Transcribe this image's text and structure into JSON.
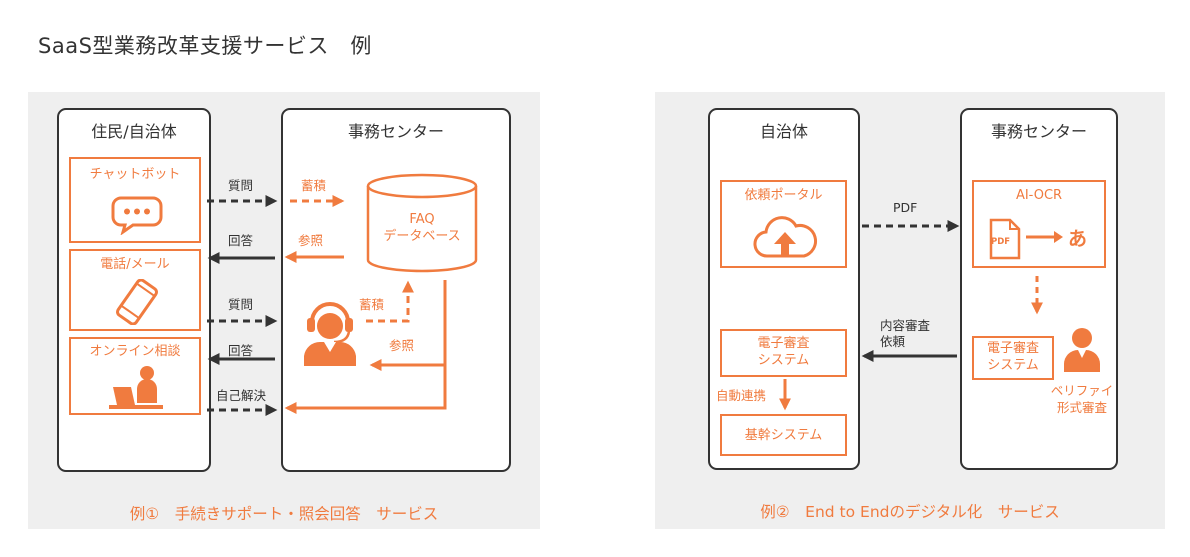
{
  "title": "SaaS型業務改革支援サービス　例",
  "colors": {
    "accent": "#f07b3f",
    "dark": "#333333",
    "panel": "#efefef"
  },
  "example1": {
    "left_column": "住民/自治体",
    "right_column": "事務センター",
    "channels": [
      {
        "label": "チャットボット",
        "icon": "chat-bubble-icon"
      },
      {
        "label": "電話/メール",
        "icon": "smartphone-icon"
      },
      {
        "label": "オンライン相談",
        "icon": "person-at-laptop-icon"
      }
    ],
    "database": {
      "line1": "FAQ",
      "line2": "データベース",
      "icon": "database-cylinder-icon"
    },
    "operator_icon": "headset-operator-icon",
    "arrows": {
      "question1": "質問",
      "answer1": "回答",
      "accumulate1": "蓄積",
      "refer1": "参照",
      "question2": "質問",
      "answer2": "回答",
      "accumulate2": "蓄積",
      "refer2": "参照",
      "self_solve": "自己解決"
    },
    "caption": "例①　手続きサポート・照会回答　サービス"
  },
  "example2": {
    "left_column": "自治体",
    "right_column": "事務センター",
    "portal": {
      "label": "依頼ポータル",
      "icon": "cloud-upload-icon"
    },
    "ocr": {
      "label": "AI-OCR",
      "pdf_text": "PDF",
      "result_char": "あ"
    },
    "review_left": {
      "line1": "電子審査",
      "line2": "システム"
    },
    "review_right": {
      "line1": "電子審査",
      "line2": "システム"
    },
    "core": "基幹システム",
    "arrows": {
      "pdf": "PDF",
      "request_line1": "内容審査",
      "request_line2": "依頼",
      "auto_link": "自動連携"
    },
    "verifier": {
      "line1": "ベリファイ",
      "line2": "形式審査",
      "icon": "person-icon"
    },
    "caption": "例②　End to Endのデジタル化　サービス"
  }
}
